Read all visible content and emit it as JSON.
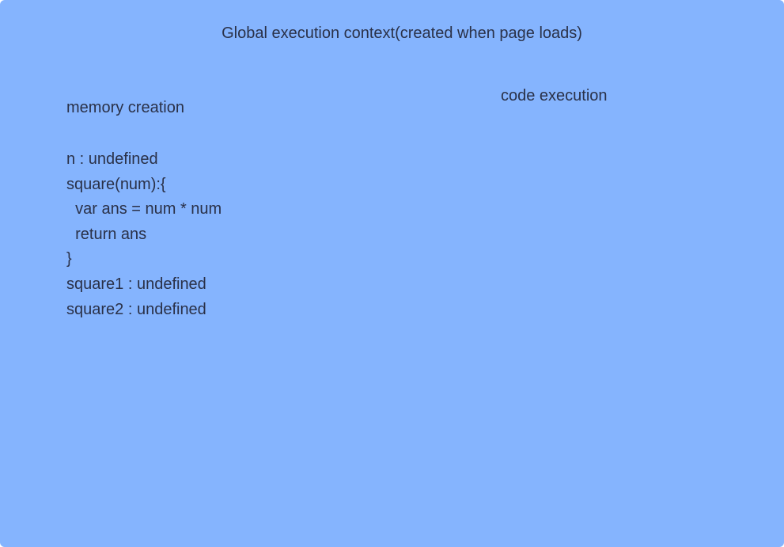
{
  "title": "Global execution context(created when page loads)",
  "memory": {
    "heading": "memory creation",
    "lines": [
      "n : undefined",
      "square(num):{",
      "  var ans = num * num",
      "  return ans",
      "}",
      "square1 : undefined",
      "square2 : undefined"
    ]
  },
  "code": {
    "heading": "code execution"
  },
  "colors": {
    "background": "#85b4fe",
    "text": "#2a3148"
  }
}
